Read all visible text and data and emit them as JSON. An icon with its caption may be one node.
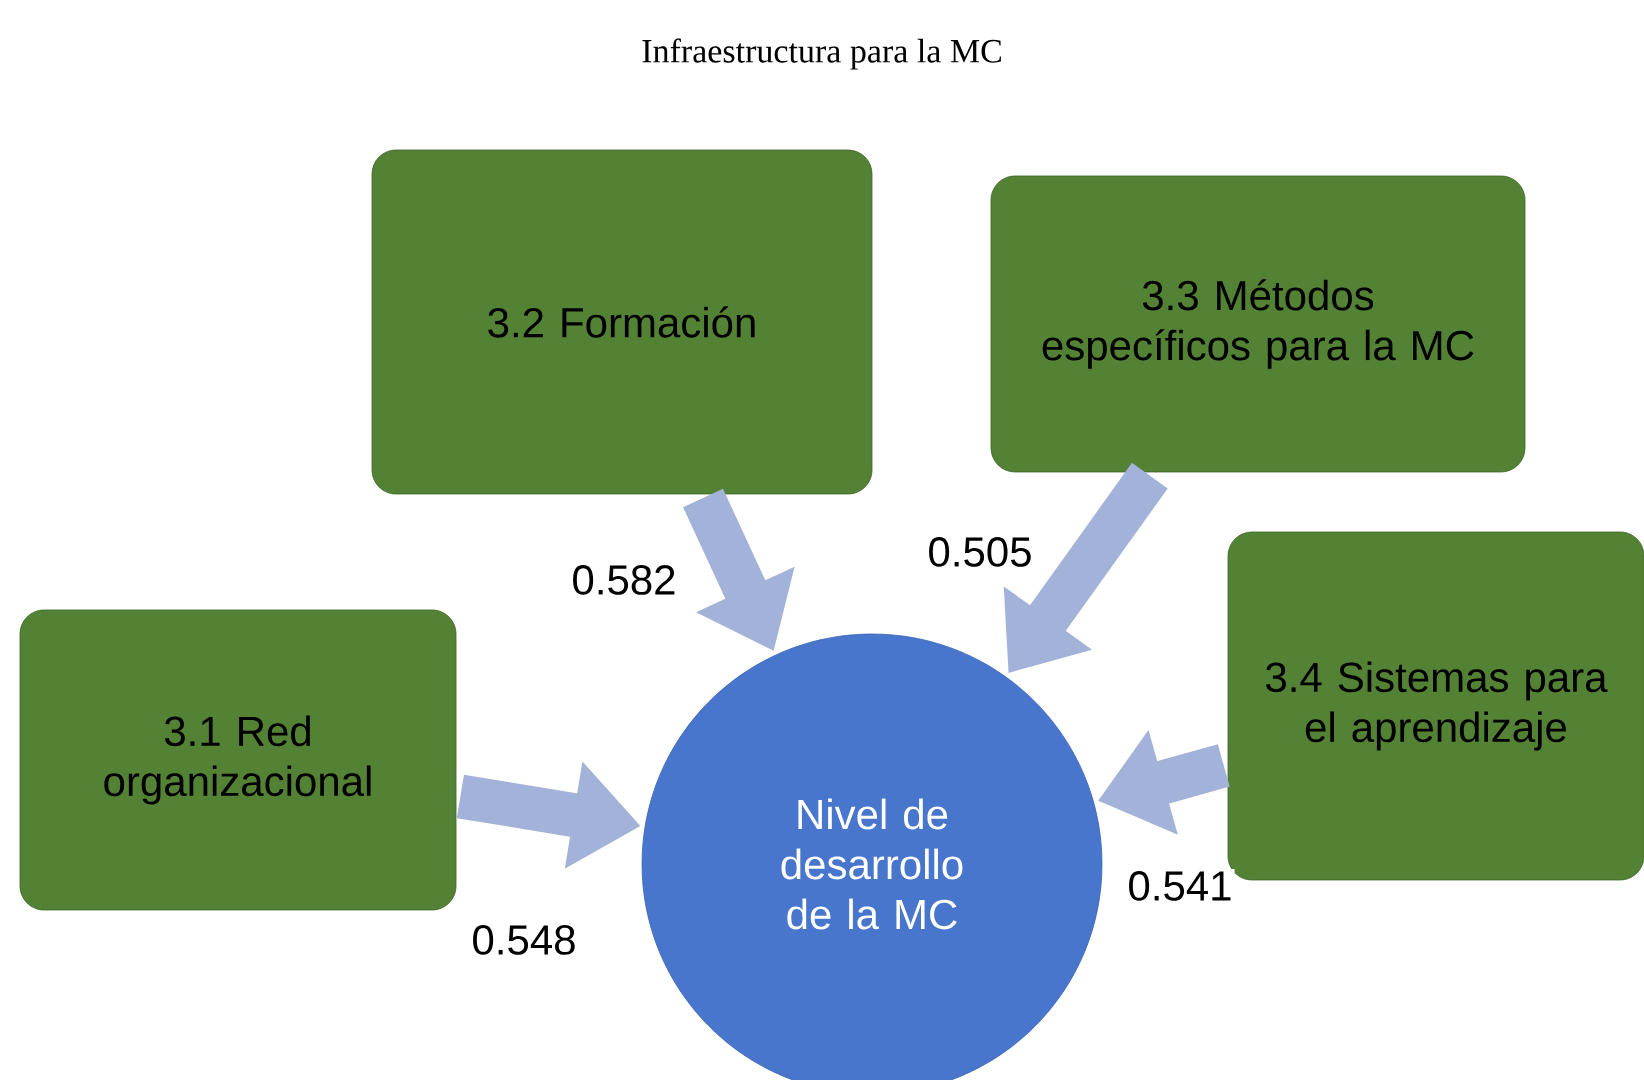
{
  "diagram": {
    "title": "Infraestructura para la MC",
    "nodes": [
      {
        "text": [
          "Nivel de desarrollo de la MC"
        ]
      },
      {
        "text": [
          "3.1 Red organizacional"
        ]
      },
      {
        "text": [
          "3.2 Formación"
        ]
      },
      {
        "text": [
          "3.3 Métodos específicos para la MC"
        ]
      },
      {
        "text": [
          "3.4 Sistemas para el aprendizaje"
        ]
      }
    ],
    "edges": [
      {
        "from": 1,
        "to": 0,
        "arrow": "to",
        "label": "0.548"
      },
      {
        "from": 2,
        "to": 0,
        "arrow": "to",
        "label": "0.582"
      },
      {
        "from": 3,
        "to": 0,
        "arrow": "to",
        "label": "0.505"
      },
      {
        "from": 4,
        "to": 0,
        "arrow": "to",
        "label": "0.541"
      }
    ]
  }
}
